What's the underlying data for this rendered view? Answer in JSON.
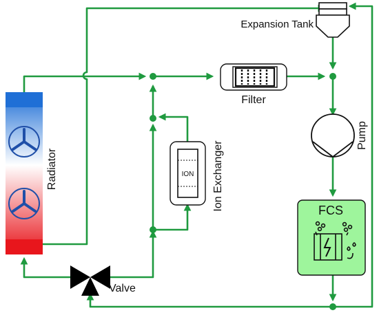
{
  "labels": {
    "expansion_tank": "Expansion Tank",
    "filter": "Filter",
    "pump": "Pump",
    "radiator": "Radiator",
    "ion_exchanger": "Ion Exchanger",
    "ion_box": "ION",
    "fcs": "FCS",
    "valve": "Valve"
  },
  "colors": {
    "pipe": "#1f9a3f",
    "radiator_hot": "#e8161c",
    "radiator_cold": "#1f6fd6",
    "fcs_fill": "#9ef59c",
    "outline": "#111111"
  },
  "icons": [
    "radiator-fan-icon",
    "radiator-fan-icon",
    "filter-cartridge-icon",
    "pump-icon",
    "valve-icon",
    "fcs-stack-icon"
  ]
}
